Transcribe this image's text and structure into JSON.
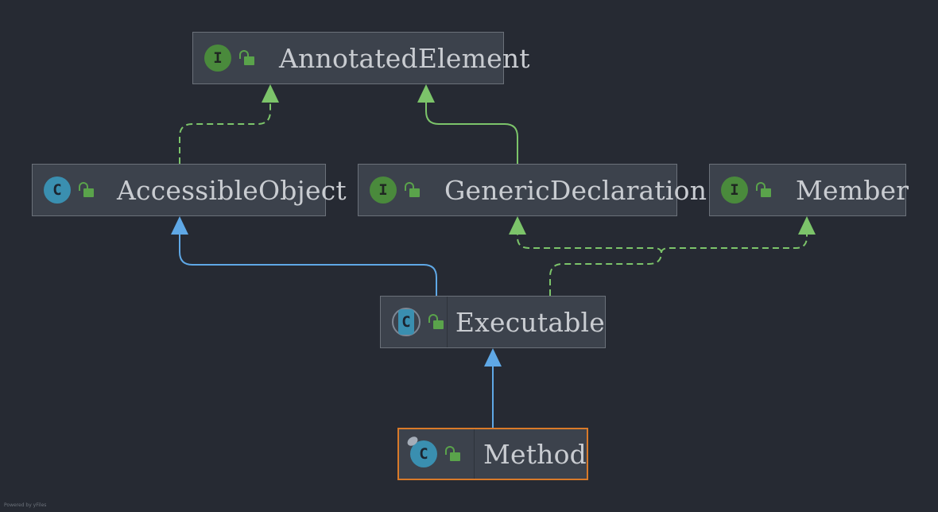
{
  "diagram": {
    "nodes": [
      {
        "id": "annotated-element",
        "label": "AnnotatedElement",
        "kind": "interface",
        "badge_letter": "I",
        "access_icon": "unlocked-padlock-icon"
      },
      {
        "id": "accessible-object",
        "label": "AccessibleObject",
        "kind": "class",
        "badge_letter": "C",
        "access_icon": "unlocked-padlock-icon"
      },
      {
        "id": "generic-declaration",
        "label": "GenericDeclaration",
        "kind": "interface",
        "badge_letter": "I",
        "access_icon": "unlocked-padlock-icon"
      },
      {
        "id": "member",
        "label": "Member",
        "kind": "interface",
        "badge_letter": "I",
        "access_icon": "unlocked-padlock-icon"
      },
      {
        "id": "executable",
        "label": "Executable",
        "kind": "abstract-class",
        "badge_letter": "C",
        "access_icon": "unlocked-padlock-icon"
      },
      {
        "id": "method",
        "label": "Method",
        "kind": "final-class",
        "badge_letter": "C",
        "access_icon": "unlocked-padlock-icon",
        "selected": true
      }
    ],
    "edges": [
      {
        "from": "accessible-object",
        "to": "annotated-element",
        "type": "implements"
      },
      {
        "from": "generic-declaration",
        "to": "annotated-element",
        "type": "extends-interface"
      },
      {
        "from": "executable",
        "to": "accessible-object",
        "type": "extends"
      },
      {
        "from": "executable",
        "to": "generic-declaration",
        "type": "implements"
      },
      {
        "from": "executable",
        "to": "member",
        "type": "implements"
      },
      {
        "from": "method",
        "to": "executable",
        "type": "extends"
      }
    ],
    "colors": {
      "background": "#262a33",
      "node_fill": "#3c424c",
      "node_border": "#6b717a",
      "selected_border": "#d97a29",
      "extends_edge": "#5fa8e6",
      "implements_edge": "#7cc46a",
      "interface_badge": "#4a8a3c",
      "class_badge": "#3a8fb0",
      "padlock": "#5aa34b",
      "label_text": "#c9ccd1"
    }
  },
  "footer": {
    "text": "Powered by yFiles"
  }
}
